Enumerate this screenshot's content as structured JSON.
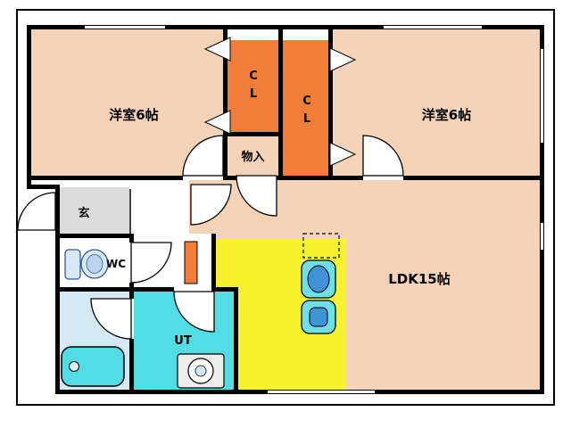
{
  "floorplan": {
    "rooms": {
      "bedroom_left": {
        "label": "洋室6帖"
      },
      "bedroom_right": {
        "label": "洋室6帖"
      },
      "closet_left": {
        "label": "CL"
      },
      "closet_right": {
        "label": "CL"
      },
      "storage": {
        "label": "物入"
      },
      "entrance": {
        "label": "玄"
      },
      "toilet": {
        "label": "WC"
      },
      "utility": {
        "label": "UT"
      },
      "ldk": {
        "label": "LDK15帖"
      }
    },
    "palette": {
      "room_peach": "#f5d3b9",
      "closet_orange": "#f07d3a",
      "kitchen_yellow": "#f6f22e",
      "utility_cyan": "#52dce4",
      "bath_blue": "#d5e9f4",
      "entrance_gray": "#dcdcdc",
      "white": "#ffffff",
      "wall_black": "#000000",
      "fixture_cyan": "#6ee0ea",
      "fixture_blue": "#4193d6",
      "toilet_blue": "#d8e8f6",
      "washer_gray": "#ededed"
    }
  }
}
